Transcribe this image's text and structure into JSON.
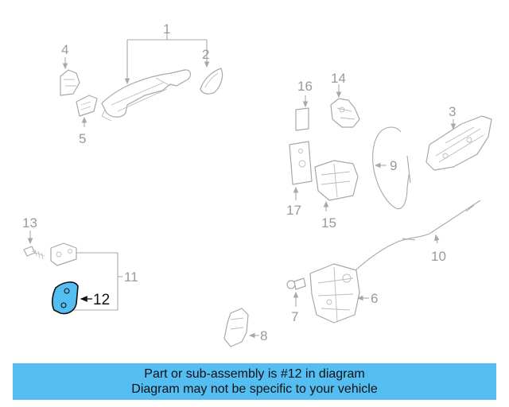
{
  "labels": {
    "p1": "1",
    "p2": "2",
    "p3": "3",
    "p4": "4",
    "p5": "5",
    "p6": "6",
    "p7": "7",
    "p8": "8",
    "p9": "9",
    "p10": "10",
    "p11": "11",
    "p12": "12",
    "p13": "13",
    "p14": "14",
    "p15": "15",
    "p16": "16",
    "p17": "17"
  },
  "highlight": {
    "part": "12",
    "fill_color": "#54bdf2",
    "outline_color": "#111111"
  },
  "banner": {
    "line1": "Part or sub-assembly is #12 in diagram",
    "line2": "Diagram may not be specific to your vehicle",
    "background": "#54bdf2"
  }
}
